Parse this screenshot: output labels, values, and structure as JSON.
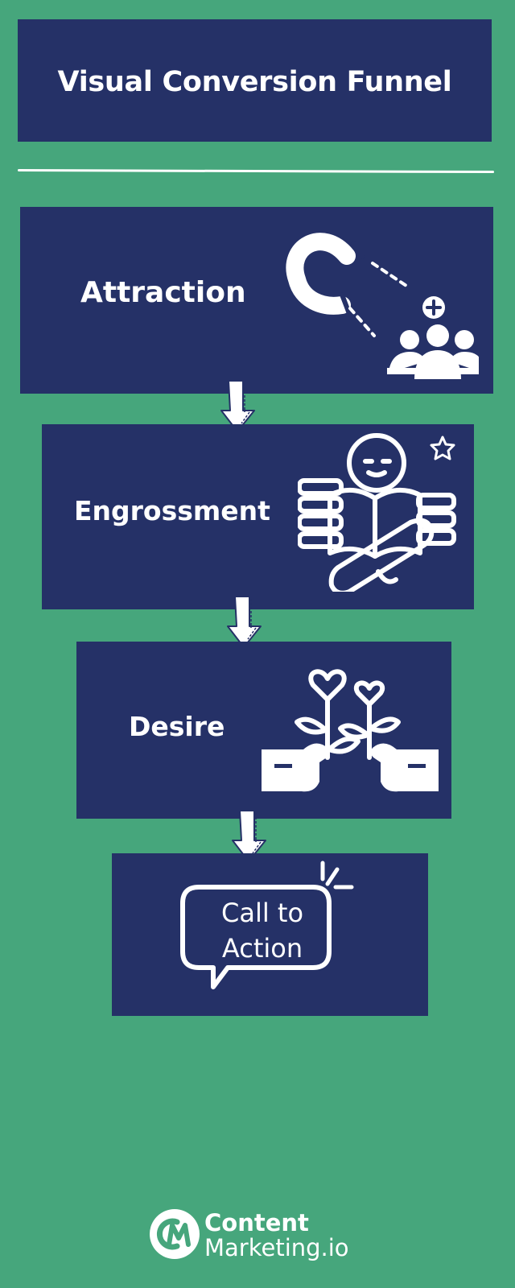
{
  "header": {
    "title": "Visual Conversion Funnel"
  },
  "steps": [
    {
      "label": "Attraction",
      "icon": "magnet-people-icon"
    },
    {
      "label": "Engrossment",
      "icon": "person-reading-icon"
    },
    {
      "label": "Desire",
      "icon": "hands-growing-hearts-icon"
    },
    {
      "label_line1": "Call to",
      "label_line2": "Action",
      "icon": "speech-bubble-icon"
    }
  ],
  "footer": {
    "brand_line1": "Content",
    "brand_line2": "Marketing.io"
  },
  "colors": {
    "background": "#46a67c",
    "box": "#253167",
    "foreground": "#ffffff"
  }
}
